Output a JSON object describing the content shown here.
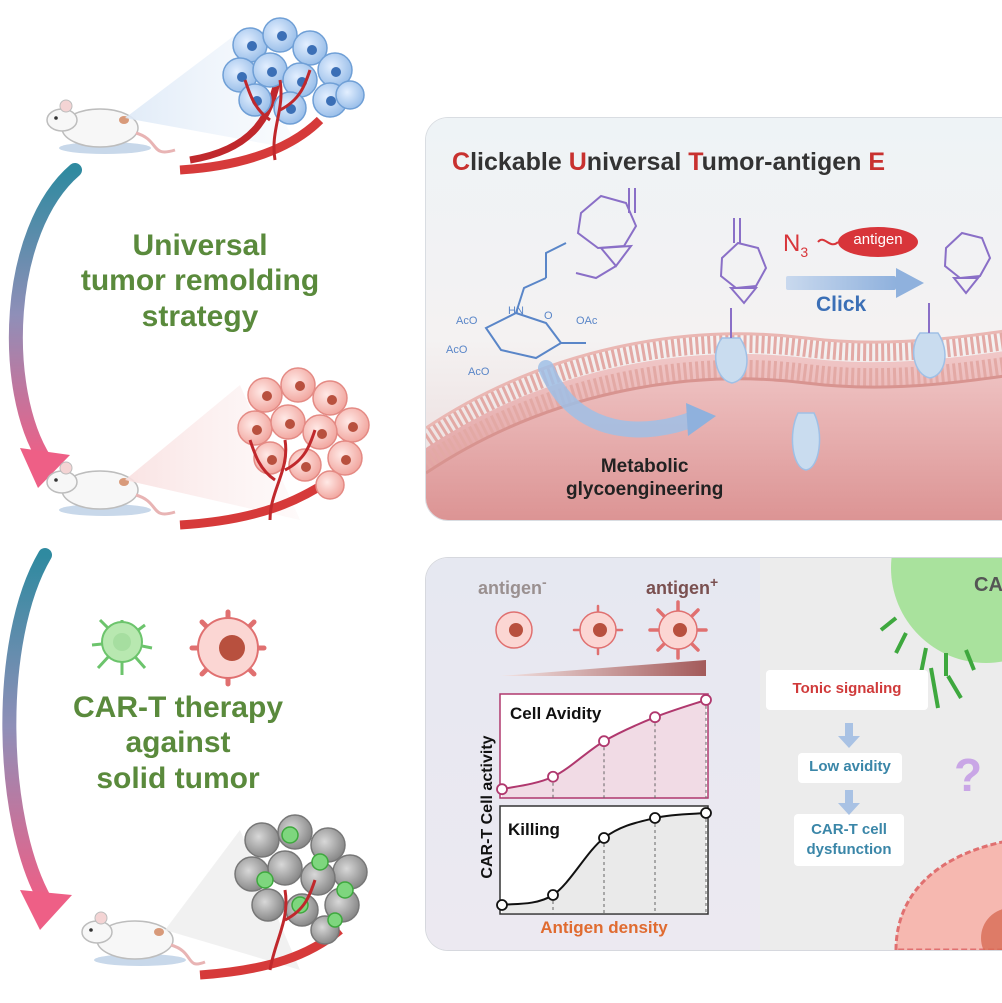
{
  "left": {
    "remodel_text": [
      "Universal",
      "tumor remolding",
      "strategy"
    ],
    "cart_text": [
      "CAR-T therapy",
      "against",
      "solid tumor"
    ]
  },
  "top_panel": {
    "title_parts": [
      {
        "text": "C",
        "red": true
      },
      {
        "text": "lickable ",
        "red": false
      },
      {
        "text": "U",
        "red": true
      },
      {
        "text": "niversal ",
        "red": false
      },
      {
        "text": "T",
        "red": true
      },
      {
        "text": "umor-antigen ",
        "red": false
      },
      {
        "text": "E",
        "red": true
      }
    ],
    "n3_label": "N",
    "n3_sub": "3",
    "antigen_label": "antigen",
    "click_label": "Click",
    "metabolic_label": "Metabolic",
    "glyco_label": "glycoengineering",
    "chem": {
      "aco1": "AcO",
      "aco2": "AcO",
      "aco3": "AcO",
      "oac": "OAc",
      "hn": "HN",
      "o": "O"
    }
  },
  "bottom_panel": {
    "antigen_minus": "antigen",
    "minus_sup": "-",
    "antigen_plus": "antigen",
    "plus_sup": "+",
    "ylabel": "CAR-T Cell activity",
    "xlabel": "Antigen density",
    "avidity_label": "Cell Avidity",
    "killing_label": "Killing",
    "car_label": "CA",
    "tonic_label": "Tonic signaling",
    "low_avidity_label": "Low avidity",
    "dysfunction_line1": "CAR-T cell",
    "dysfunction_line2": "dysfunction",
    "question": "?"
  },
  "chart_data": [
    {
      "type": "line",
      "title": "",
      "series": [
        {
          "name": "Cell Avidity",
          "x": [
            1,
            2,
            3,
            4,
            5
          ],
          "values": [
            0.05,
            0.18,
            0.55,
            0.8,
            0.98
          ]
        }
      ],
      "xlabel": "Antigen density",
      "ylabel": "CAR-T Cell activity",
      "ylim": [
        0,
        1
      ],
      "grid": false
    },
    {
      "type": "line",
      "title": "",
      "series": [
        {
          "name": "Killing",
          "x": [
            1,
            2,
            3,
            4,
            5
          ],
          "values": [
            0.05,
            0.15,
            0.72,
            0.92,
            0.97
          ]
        }
      ],
      "xlabel": "Antigen density",
      "ylabel": "CAR-T Cell activity",
      "ylim": [
        0,
        1
      ],
      "grid": false
    }
  ],
  "colors": {
    "green": "#5a8a3c",
    "red": "#c8312f",
    "blue": "#3b6fb6",
    "pink_curve": "#b0386e",
    "orange": "#e06b30",
    "teal": "#3a86a8"
  }
}
